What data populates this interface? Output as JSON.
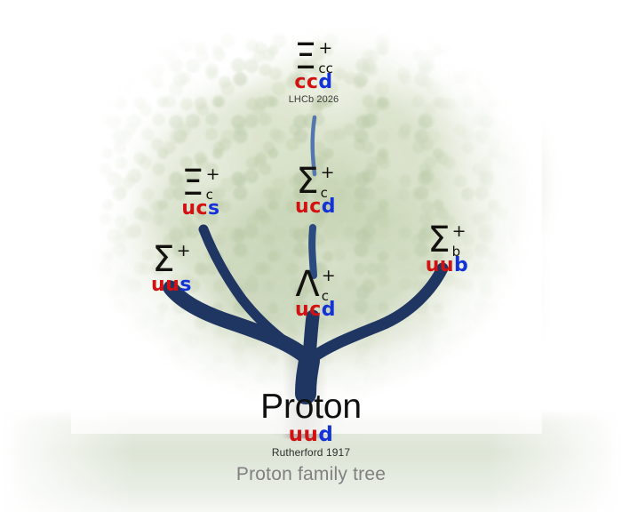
{
  "figure": {
    "caption": "Proton family tree",
    "branch_color": "#1f3663",
    "thin_branch_color": "#4a6ea8",
    "quark_red": "#d21212",
    "quark_blue": "#1433d6"
  },
  "nodes": [
    {
      "id": "xi-cc",
      "symbol": "Ξ",
      "superscript": "+",
      "subscript": "cc",
      "quarks": [
        {
          "text": "c",
          "color": "red"
        },
        {
          "text": "c",
          "color": "red"
        },
        {
          "text": "d",
          "color": "blue"
        }
      ],
      "citation": "LHCb 2026"
    },
    {
      "id": "xi-c",
      "symbol": "Ξ",
      "superscript": "+",
      "subscript": "c",
      "quarks": [
        {
          "text": "u",
          "color": "red"
        },
        {
          "text": "c",
          "color": "red"
        },
        {
          "text": "s",
          "color": "blue"
        }
      ],
      "citation": ""
    },
    {
      "id": "sigma-c",
      "symbol": "Σ",
      "superscript": "+",
      "subscript": "c",
      "quarks": [
        {
          "text": "u",
          "color": "red"
        },
        {
          "text": "c",
          "color": "red"
        },
        {
          "text": "d",
          "color": "blue"
        }
      ],
      "citation": ""
    },
    {
      "id": "sigma-plus",
      "symbol": "Σ",
      "superscript": "+",
      "subscript": "",
      "quarks": [
        {
          "text": "u",
          "color": "red"
        },
        {
          "text": "u",
          "color": "red"
        },
        {
          "text": "s",
          "color": "blue"
        }
      ],
      "citation": ""
    },
    {
      "id": "sigma-b",
      "symbol": "Σ",
      "superscript": "+",
      "subscript": "b",
      "quarks": [
        {
          "text": "u",
          "color": "red"
        },
        {
          "text": "u",
          "color": "red"
        },
        {
          "text": "b",
          "color": "blue"
        }
      ],
      "citation": ""
    },
    {
      "id": "lambda-c",
      "symbol": "Λ",
      "superscript": "+",
      "subscript": "c",
      "quarks": [
        {
          "text": "u",
          "color": "red"
        },
        {
          "text": "c",
          "color": "red"
        },
        {
          "text": "d",
          "color": "blue"
        }
      ],
      "citation": ""
    }
  ],
  "root": {
    "id": "proton",
    "name": "Proton",
    "quarks": [
      {
        "text": "u",
        "color": "red"
      },
      {
        "text": "u",
        "color": "red"
      },
      {
        "text": "d",
        "color": "blue"
      }
    ],
    "citation": "Rutherford 1917"
  }
}
